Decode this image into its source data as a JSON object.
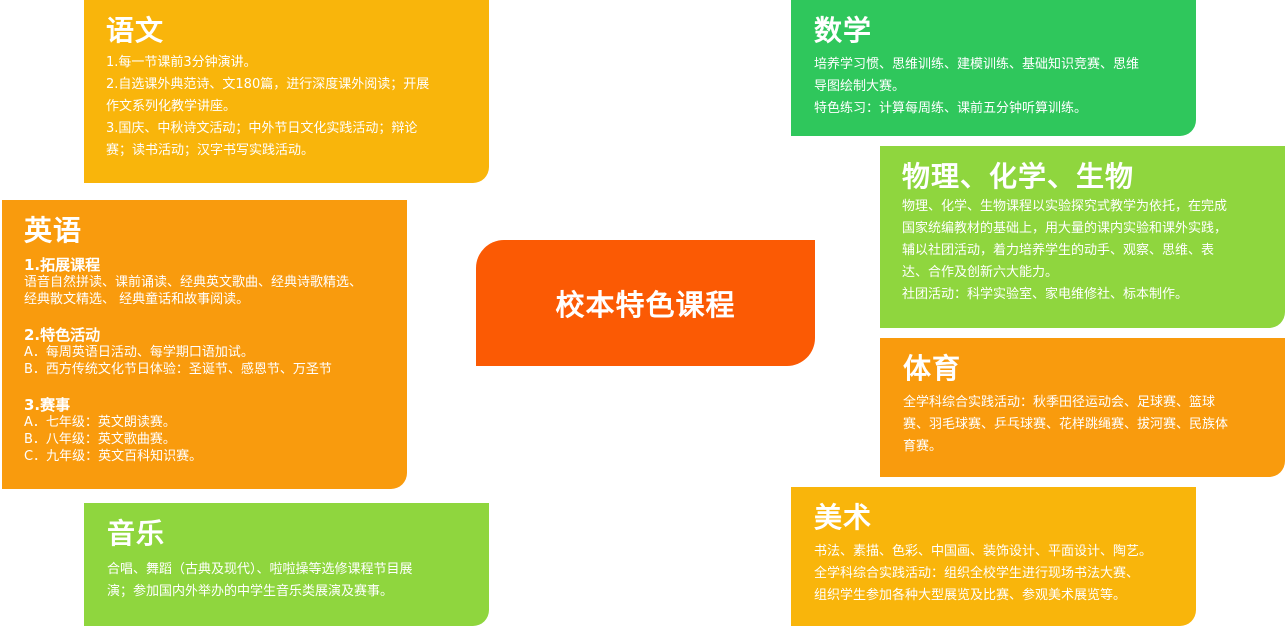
{
  "center": {
    "title": "校本特色课程"
  },
  "colors": {
    "yellow": "#f9b50b",
    "orange": "#f99b0d",
    "green": "#2fc75c",
    "lime": "#8fd63e",
    "center": "#fb5a04"
  },
  "yuwen": {
    "title": "语文",
    "lines": [
      "1.每一节课前3分钟演讲。",
      "2.自选课外典范诗、文180篇，进行深度课外阅读；开展",
      "作文系列化教学讲座。",
      "3.国庆、中秋诗文活动；中外节日文化实践活动；辩论",
      "赛；读书活动；汉字书写实践活动。"
    ]
  },
  "shuxue": {
    "title": "数学",
    "lines": [
      "培养学习惯、思维训练、建模训练、基础知识竞赛、思维",
      "导图绘制大赛。",
      "特色练习：计算每周练、课前五分钟听算训练。"
    ]
  },
  "yingyu": {
    "title": "英语",
    "sections": [
      {
        "heading": "1.拓展课程",
        "lines": [
          "语音自然拼读、课前诵读、经典英文歌曲、经典诗歌精选、",
          "经典散文精选、 经典童话和故事阅读。"
        ]
      },
      {
        "heading": "2.特色活动",
        "lines": [
          "A．每周英语日活动、每学期口语加试。",
          "B．西方传统文化节日体验：圣诞节、感恩节、万圣节"
        ]
      },
      {
        "heading": "3.赛事",
        "lines": [
          "A．七年级：英文朗读赛。",
          "B．八年级：英文歌曲赛。",
          "C．九年级：英文百科知识赛。"
        ]
      }
    ]
  },
  "wuli": {
    "title": "物理、化学、生物",
    "lines": [
      "物理、化学、生物课程以实验探究式教学为依托，在完成",
      "国家统编教材的基础上，用大量的课内实验和课外实践，",
      "辅以社团活动，着力培养学生的动手、观察、思维、表",
      "达、合作及创新六大能力。",
      "社团活动：科学实验室、家电维修社、标本制作。"
    ]
  },
  "tiyu": {
    "title": "体育",
    "lines": [
      "全学科综合实践活动：秋季田径运动会、足球赛、篮球",
      "赛、羽毛球赛、乒乓球赛、花样跳绳赛、拔河赛、民族体",
      "育赛。"
    ]
  },
  "yinyue": {
    "title": "音乐",
    "lines": [
      "合唱、舞蹈（古典及现代）、啦啦操等选修课程节目展",
      "演；参加国内外举办的中学生音乐类展演及赛事。"
    ]
  },
  "meishu": {
    "title": "美术",
    "lines": [
      "书法、素描、色彩、中国画、装饰设计、平面设计、陶艺。",
      "全学科综合实践活动：组织全校学生进行现场书法大赛、",
      "组织学生参加各种大型展览及比赛、参观美术展览等。"
    ]
  }
}
